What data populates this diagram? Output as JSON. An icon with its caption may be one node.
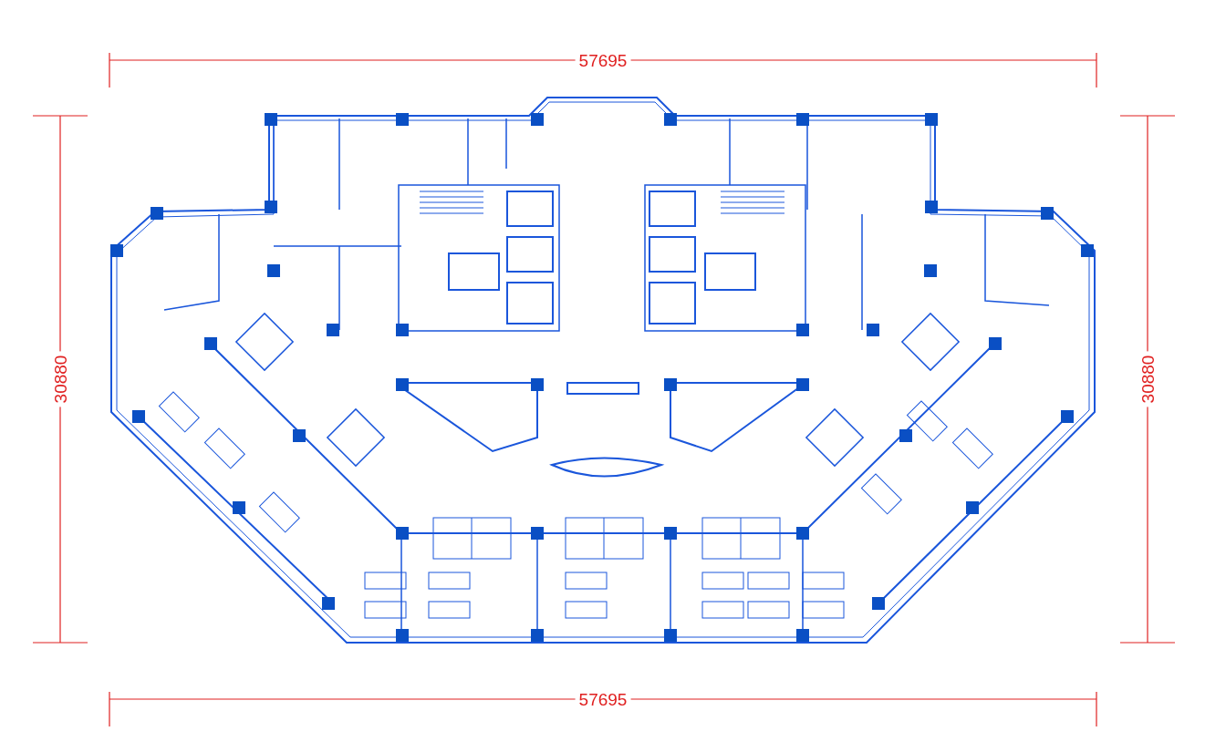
{
  "diagram": {
    "labels": [
      "57695",
      "30880",
      "30880",
      "57695"
    ]
  }
}
